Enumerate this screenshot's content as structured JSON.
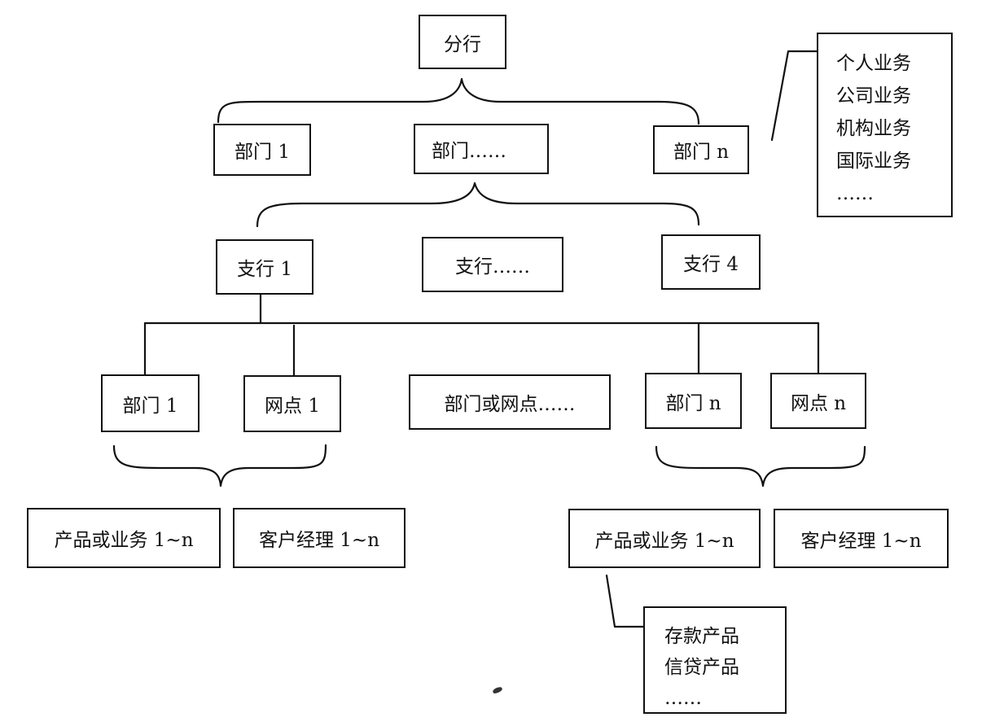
{
  "root": "分行",
  "level1": {
    "dept_1": "部门 1",
    "dept_more": "部门……",
    "dept_n": "部门 n"
  },
  "business_list": [
    "个人业务",
    "公司业务",
    "机构业务",
    "国际业务",
    "……"
  ],
  "level2": {
    "sub_1": "支行 1",
    "sub_more": "支行……",
    "sub_4": "支行 4"
  },
  "level3": {
    "dept_1": "部门 1",
    "outlet_1": "网点 1",
    "dept_or_outlet_more": "部门或网点……",
    "dept_n": "部门 n",
    "outlet_n": "网点 n"
  },
  "level4": {
    "left_products": "产品或业务 1~n",
    "left_managers": "客户经理 1~n",
    "right_products": "产品或业务 1~n",
    "right_managers": "客户经理 1~n"
  },
  "product_list": [
    "存款产品",
    "信贷产品",
    "……"
  ]
}
